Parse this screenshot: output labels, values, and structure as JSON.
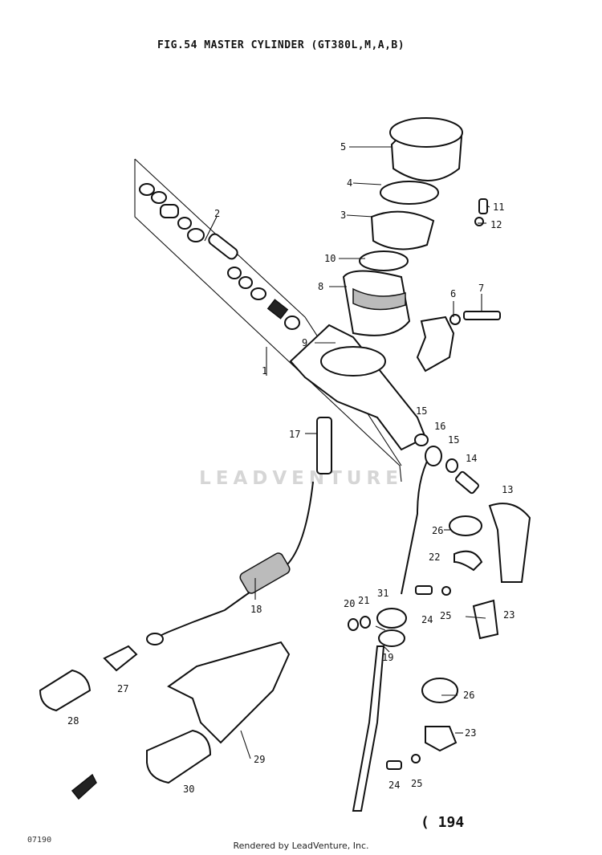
{
  "figure": {
    "title": "FIG.54   MASTER CYLINDER (GT380L,M,A,B)",
    "watermark": "LEADVENTURE",
    "page_number": "( 194",
    "code": "07190",
    "credit": "Rendered by LeadVenture, Inc."
  },
  "callouts": [
    {
      "id": "c1",
      "text": "1"
    },
    {
      "id": "c2",
      "text": "2"
    },
    {
      "id": "c3",
      "text": "3"
    },
    {
      "id": "c4",
      "text": "4"
    },
    {
      "id": "c5",
      "text": "5"
    },
    {
      "id": "c6",
      "text": "6"
    },
    {
      "id": "c7",
      "text": "7"
    },
    {
      "id": "c8",
      "text": "8"
    },
    {
      "id": "c9",
      "text": "9"
    },
    {
      "id": "c10",
      "text": "10"
    },
    {
      "id": "c11",
      "text": "11"
    },
    {
      "id": "c12",
      "text": "12"
    },
    {
      "id": "c13",
      "text": "13"
    },
    {
      "id": "c14",
      "text": "14"
    },
    {
      "id": "c15a",
      "text": "15"
    },
    {
      "id": "c15b",
      "text": "15"
    },
    {
      "id": "c16",
      "text": "16"
    },
    {
      "id": "c17",
      "text": "17"
    },
    {
      "id": "c18",
      "text": "18"
    },
    {
      "id": "c19",
      "text": "19"
    },
    {
      "id": "c20",
      "text": "20"
    },
    {
      "id": "c21",
      "text": "21"
    },
    {
      "id": "c22",
      "text": "22"
    },
    {
      "id": "c23a",
      "text": "23"
    },
    {
      "id": "c23b",
      "text": "23"
    },
    {
      "id": "c24a",
      "text": "24"
    },
    {
      "id": "c24b",
      "text": "24"
    },
    {
      "id": "c25a",
      "text": "25"
    },
    {
      "id": "c25b",
      "text": "25"
    },
    {
      "id": "c26a",
      "text": "26"
    },
    {
      "id": "c26b",
      "text": "26"
    },
    {
      "id": "c27",
      "text": "27"
    },
    {
      "id": "c28",
      "text": "28"
    },
    {
      "id": "c29",
      "text": "29"
    },
    {
      "id": "c30",
      "text": "30"
    },
    {
      "id": "c31",
      "text": "31"
    }
  ]
}
